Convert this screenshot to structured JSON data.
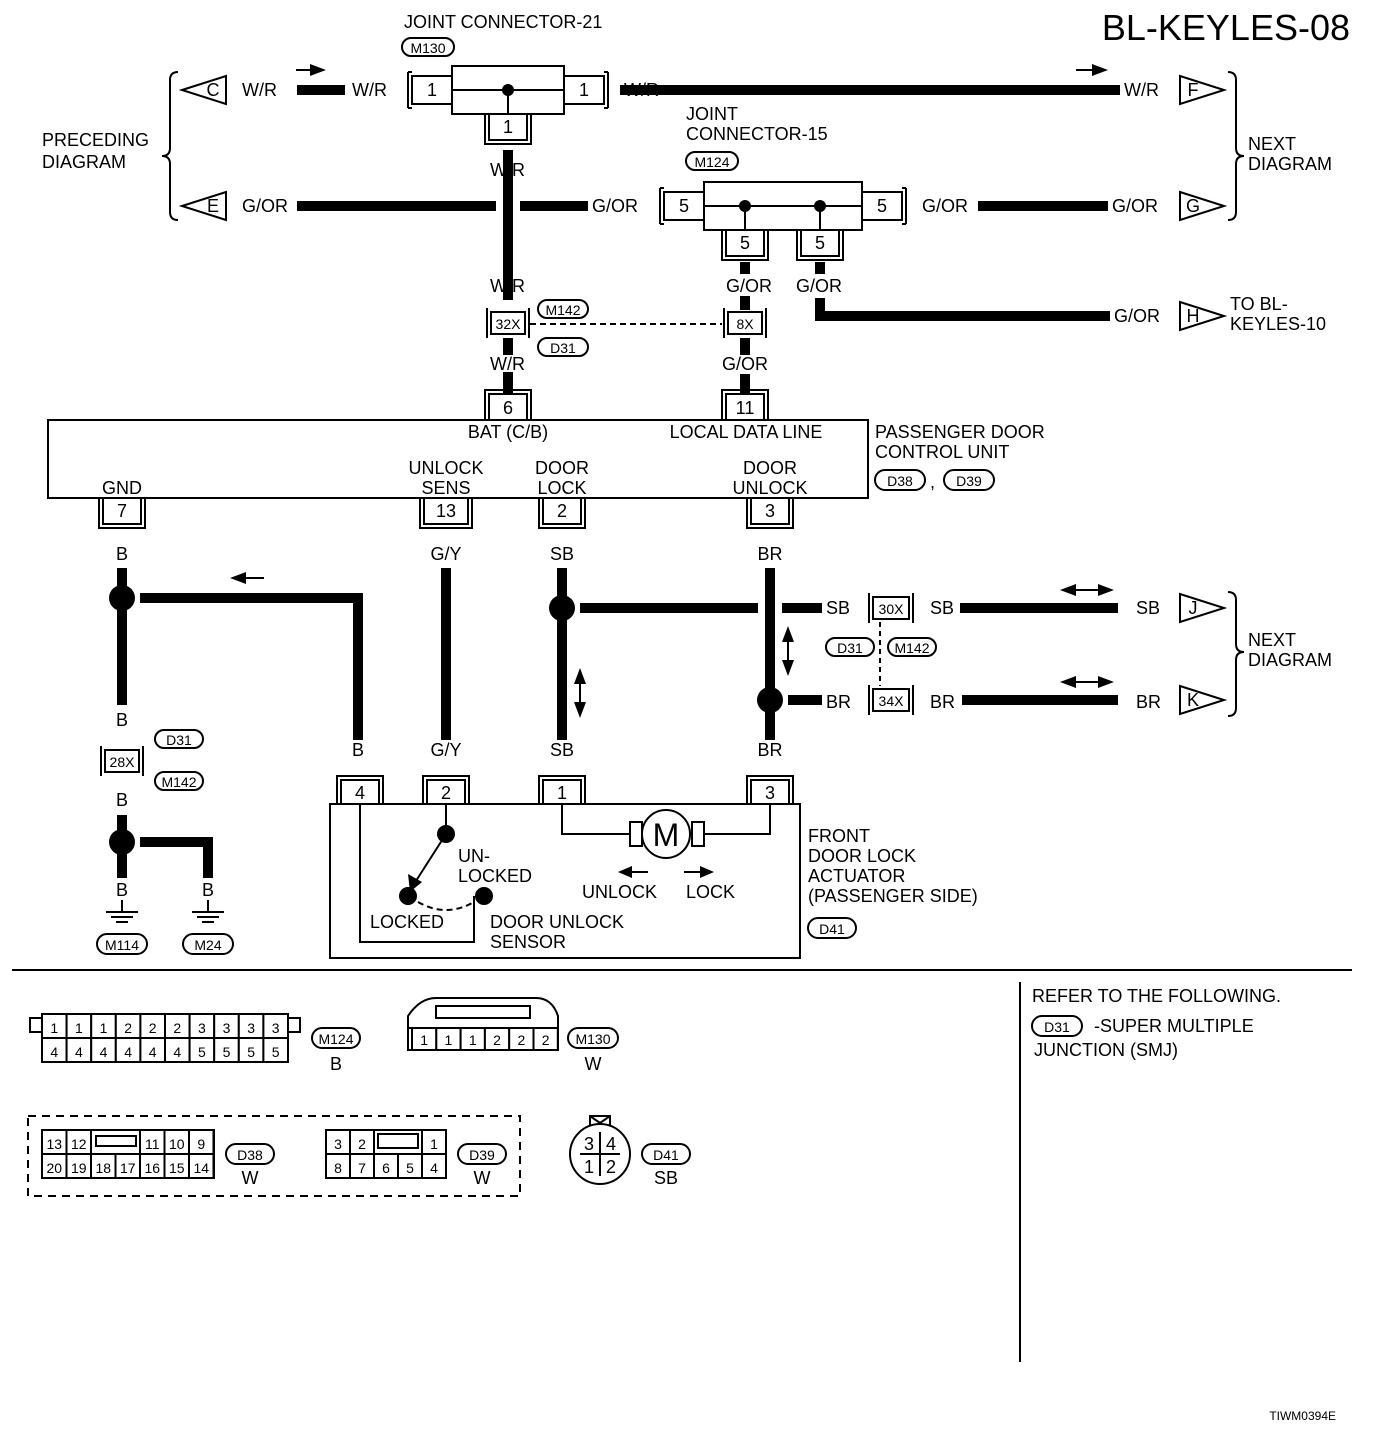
{
  "title": "BL-KEYLES-08",
  "figure_code": "TIWM0394E",
  "labels": {
    "joint21": "JOINT CONNECTOR-21",
    "joint15_a": "JOINT",
    "joint15_b": "CONNECTOR-15",
    "preceding_a": "PRECEDING",
    "preceding_b": "DIAGRAM",
    "next_a": "NEXT",
    "next_b": "DIAGRAM",
    "to_bl_a": "TO BL-",
    "to_bl_b": "KEYLES-10",
    "pdcu_a": "PASSENGER DOOR",
    "pdcu_b": "CONTROL UNIT",
    "bat": "BAT (C/B)",
    "ldl": "LOCAL DATA LINE",
    "gnd": "GND",
    "unlock_sens_a": "UNLOCK",
    "unlock_sens_b": "SENS",
    "door_lock_a": "DOOR",
    "door_lock_b": "LOCK",
    "door_unlock_a": "DOOR",
    "door_unlock_b": "UNLOCK",
    "front_a": "FRONT",
    "front_b": "DOOR LOCK",
    "front_c": "ACTUATOR",
    "front_d": "(PASSENGER SIDE)",
    "unlocked_a": "UN-",
    "unlocked_b": "LOCKED",
    "locked": "LOCKED",
    "unlock": "UNLOCK",
    "lock": "LOCK",
    "sensor_a": "DOOR UNLOCK",
    "sensor_b": "SENSOR",
    "motor": "M",
    "refer": "REFER TO THE FOLLOWING.",
    "smj_a": "-SUPER MULTIPLE",
    "smj_b": "JUNCTION (SMJ)",
    "comma": ","
  },
  "colors": {
    "wr": "W/R",
    "gor": "G/OR",
    "b": "B",
    "gy": "G/Y",
    "sb": "SB",
    "br": "BR"
  },
  "connectors": {
    "m130": "M130",
    "m124": "M124",
    "m142": "M142",
    "d31": "D31",
    "d38": "D38",
    "d39": "D39",
    "d41": "D41",
    "m114": "M114",
    "m24": "M24"
  },
  "terminals": {
    "jc21_l": "1",
    "jc21_r": "1",
    "jc21_b": "1",
    "jc15_l": "5",
    "jc15_r": "5",
    "jc15_b1": "5",
    "jc15_b2": "5",
    "smj_32x": "32X",
    "smj_8x": "8X",
    "smj_30x": "30X",
    "smj_34x": "34X",
    "smj_28x": "28X",
    "pdcu_6": "6",
    "pdcu_11": "11",
    "pdcu_7": "7",
    "pdcu_13": "13",
    "pdcu_2": "2",
    "pdcu_3": "3",
    "act_4": "4",
    "act_2": "2",
    "act_1": "1",
    "act_3": "3"
  },
  "offpage": {
    "c": "C",
    "e": "E",
    "f": "F",
    "g": "G",
    "h": "H",
    "j": "J",
    "k": "K"
  },
  "connector_views": {
    "m124": {
      "top": [
        "1",
        "1",
        "1",
        "2",
        "2",
        "2",
        "3",
        "3",
        "3",
        "3"
      ],
      "bottom": [
        "4",
        "4",
        "4",
        "4",
        "4",
        "4",
        "5",
        "5",
        "5",
        "5"
      ],
      "color": "B"
    },
    "m130": {
      "cells": [
        "1",
        "1",
        "1",
        "2",
        "2",
        "2"
      ],
      "color": "W"
    },
    "d38": {
      "top": [
        "13",
        "12",
        "11",
        "10",
        "9"
      ],
      "bottom": [
        "20",
        "19",
        "18",
        "17",
        "16",
        "15",
        "14"
      ],
      "color": "W"
    },
    "d39": {
      "top": [
        "3",
        "2",
        "1"
      ],
      "bottom": [
        "8",
        "7",
        "6",
        "5",
        "4"
      ],
      "color": "W"
    },
    "d41": {
      "top": [
        "3",
        "4"
      ],
      "bottom": [
        "1",
        "2"
      ],
      "color": "SB"
    }
  }
}
